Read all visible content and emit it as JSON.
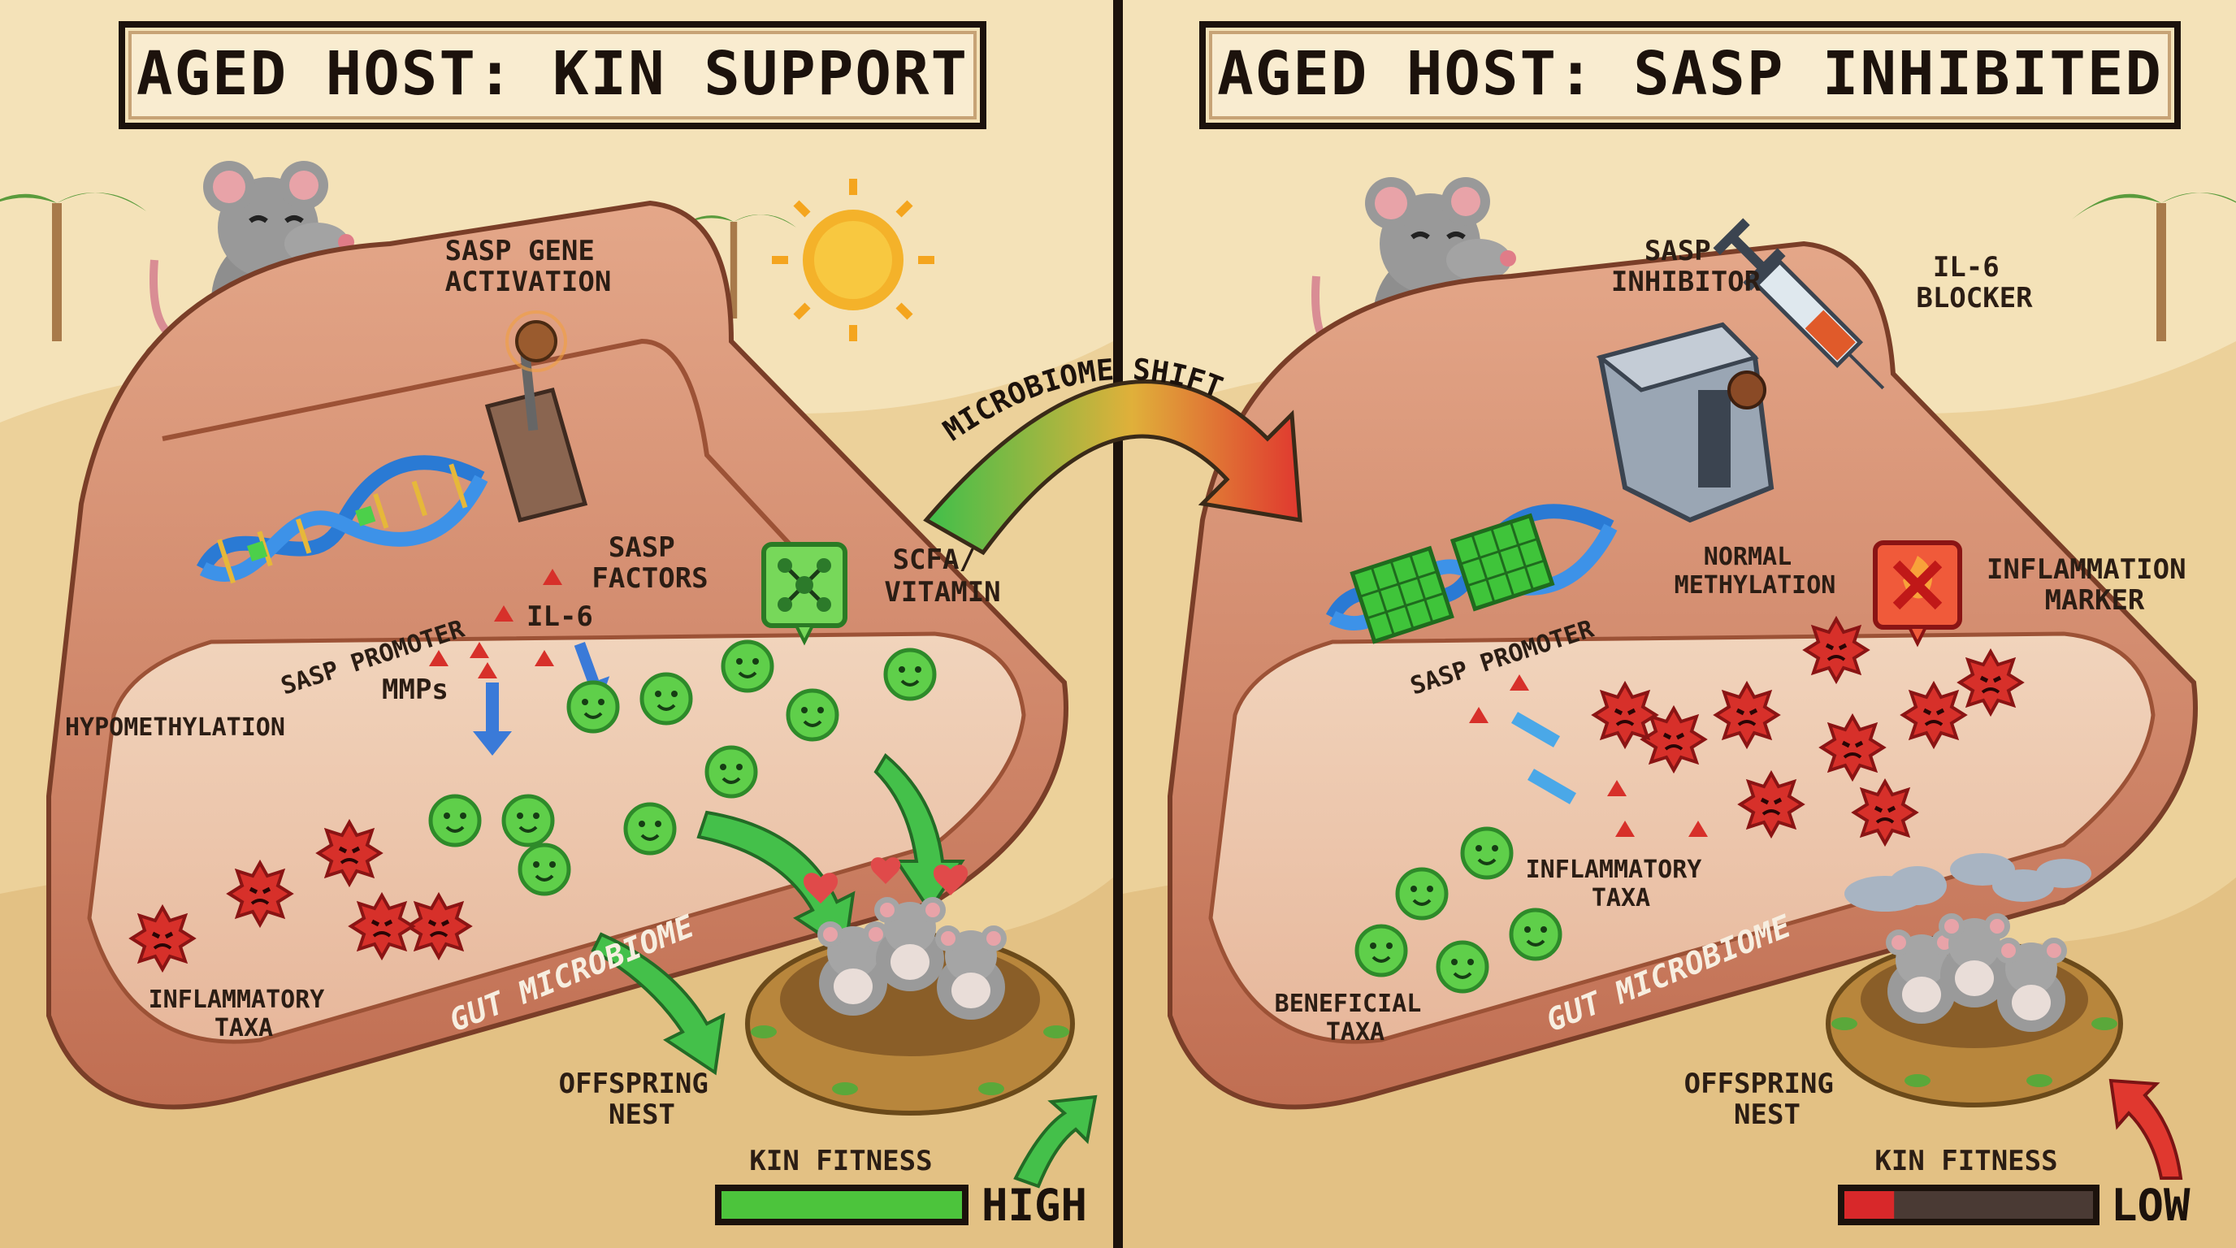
{
  "panels": {
    "left": {
      "title": "AGED HOST: KIN SUPPORT",
      "labels": {
        "sasp_gene_activation": [
          "SASP GENE",
          "ACTIVATION"
        ],
        "sasp_factors": [
          "SASP",
          "FACTORS"
        ],
        "il6": "IL-6",
        "scfa_vitamin": [
          "SCFA/",
          "VITAMIN"
        ],
        "sasp_promoter": "SASP PROMOTER",
        "mmps": "MMPs",
        "hypomethylation": "HYPOMETHYLATION",
        "inflammatory_taxa": [
          "INFLAMMATORY",
          "TAXA"
        ],
        "gut_microbiome": "GUT MICROBIOME",
        "offspring_nest": [
          "OFFSPRING",
          "NEST"
        ],
        "kin_fitness": "KIN FITNESS",
        "fitness_level_text": "HIGH"
      },
      "fitness_fraction": 1.0,
      "fitness_color": "#4cc43c"
    },
    "right": {
      "title": "AGED HOST: SASP INHIBITED",
      "labels": {
        "sasp_inhibitor": [
          "SASP",
          "INHIBITOR"
        ],
        "il6_blocker": [
          "IL-6",
          "BLOCKER"
        ],
        "normal_methylation": [
          "NORMAL",
          "METHYLATION"
        ],
        "inflammation_marker": [
          "INFLAMMATION",
          "MARKER"
        ],
        "sasp_promoter": "SASP PROMOTER",
        "inflammatory_taxa": [
          "INFLAMMATORY",
          "TAXA"
        ],
        "beneficial_taxa": [
          "BENEFICIAL",
          "TAXA"
        ],
        "gut_microbiome": "GUT MICROBIOME",
        "offspring_nest": [
          "OFFSPRING",
          "NEST"
        ],
        "kin_fitness": "KIN FITNESS",
        "fitness_level_text": "LOW"
      },
      "fitness_fraction": 0.2,
      "fitness_color": "#d8282a"
    }
  },
  "center_arrow_label": "MICROBIOME SHIFT",
  "colors": {
    "background": "#f4e2b8",
    "gut_wall": "#c8785a",
    "beneficial_microbe": "#5fcf4a",
    "inflammatory_microbe": "#d7302a",
    "arrow_green": "#44c04a",
    "arrow_red": "#e0382f"
  },
  "icons": [
    "mouse-icon",
    "dna-icon",
    "lever-icon",
    "sun-icon",
    "palm-tree-icon",
    "syringe-icon",
    "switch-icon",
    "molecule-icon",
    "inflammation-x-icon",
    "nest-icon",
    "heart-icon",
    "cloud-icon"
  ]
}
